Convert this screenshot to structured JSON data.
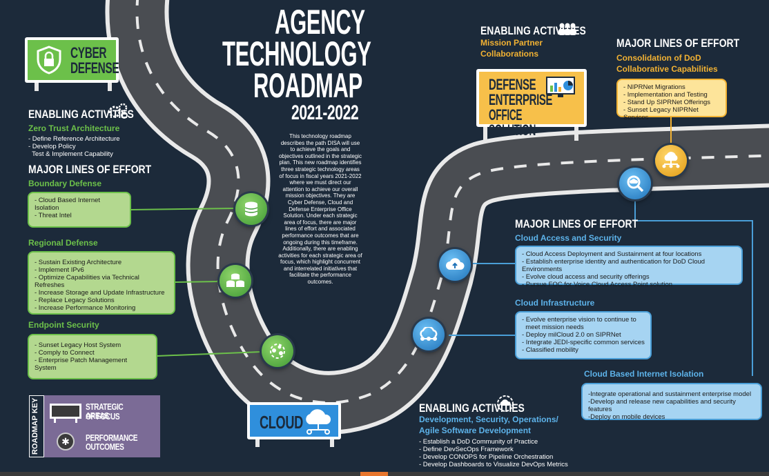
{
  "title": {
    "line1": "AGENCY",
    "line2": "TECHNOLOGY",
    "line3": "ROADMAP",
    "years": "2021-2022"
  },
  "intro": "This technology roadmap describes the path DISA will use to achieve the goals and objectives outlined in the strategic plan. This new roadmap identifies three strategic technology areas of focus in fiscal years 2021-2022 where we must direct our attention to achieve our overall mission objectives. They are Cyber Defense, Cloud and Defense Enterprise Office Solution. Under each strategic area of focus, there are major lines of effort and associated performance outcomes that are ongoing during this timeframe. Additionally, there are enabling activities for each strategic area of focus, which highlight concurrent and interrelated initiatives that facilitate the performance outcomes.",
  "cyber": {
    "sign_line1": "CYBER",
    "sign_line2": "DEFENSE",
    "enabling_heading": "ENABLING ACTIVITIES",
    "enabling_sub": "Zero Trust Architecture",
    "enabling_items": [
      "- Define Reference Architecture",
      "- Develop Policy",
      "  Test & Implement Capability"
    ],
    "major_heading": "MAJOR LINES OF EFFORT",
    "groups": [
      {
        "title": "Boundary Defense",
        "items": [
          "- Cloud Based Internet Isolation",
          "- Threat Intel"
        ]
      },
      {
        "title": "Regional Defense",
        "items": [
          "- Sustain Existing Architecture",
          "- Implement IPv6",
          "- Optimize Capabilities via Technical Refreshes",
          "- Increase Storage and Update Infrastructure",
          "- Replace Legacy Solutions",
          "- Increase Performance Monitoring"
        ]
      },
      {
        "title": "Endpoint Security",
        "items": [
          "- Sunset Legacy Host System",
          "- Comply to Connect",
          "- Enterprise Patch Management System"
        ]
      }
    ]
  },
  "key": {
    "label": "ROADMAP KEY",
    "item1_line1": "STRATEGIC AREAS",
    "item1_line2": "OF FOCUS",
    "item2_line1": "PERFORMANCE",
    "item2_line2": "OUTCOMES"
  },
  "cloud_sign": "CLOUD",
  "deos": {
    "enabling_heading": "ENABLING ACTIVITIES",
    "enabling_sub1": "Mission Partner",
    "enabling_sub2": "Collaborations",
    "sign_line1": "DEFENSE",
    "sign_line2": "ENTERPRISE",
    "sign_line3": "OFFICE SOLUTION",
    "major_heading": "MAJOR LINES OF EFFORT",
    "major_sub1": "Consolidation of DoD",
    "major_sub2": "Collaborative Capabilities",
    "items": [
      "- NIPRNet Migrations",
      "- Implementation and Testing",
      "- Stand Up SIPRNet Offerings",
      "- Sunset Legacy NIPRNet Services"
    ]
  },
  "cloud": {
    "major_heading": "MAJOR LINES OF EFFORT",
    "groups": [
      {
        "title": "Cloud Access and Security",
        "items": [
          "- Cloud Access Deployment and Sustainment at four locations",
          "- Establish enterprise identity and authentication for DoD Cloud Environments",
          "- Evolve cloud access and security offerings",
          "- Pursue FOC for Voice Cloud Access Point solution"
        ]
      },
      {
        "title": "Cloud Infrastructure",
        "items": [
          "- Evolve enterprise vision to continue to",
          "  meet mission needs",
          "- Deploy milCloud 2.0 on SIPRNet",
          "- Integrate JEDI-specific common services",
          "- Classified mobility"
        ]
      },
      {
        "title": "Cloud Based Internet Isolation",
        "items": [
          "-Integrate operational and sustainment enterprise model",
          "-Develop and release new capabilities and security features",
          "-Deploy on mobile devices"
        ]
      }
    ],
    "enabling_heading": "ENABLING ACTIVITIES",
    "enabling_sub1": "Development, Security, Operations/",
    "enabling_sub2": "Agile Software Development",
    "enabling_items": [
      "- Establish a DoD Community of Practice",
      "- Define DevSecOps Framework",
      "- Develop CONOPS for Pipeline Orchestration",
      "- Develop Dashboards to Visualize DevOps Metrics"
    ]
  },
  "colors": {
    "bg": "#1c2a3a",
    "green": "#6cc04a",
    "blue": "#4a9fd8",
    "gold": "#f2b233",
    "road": "#4a4d52"
  },
  "icons": [
    "shield-lock-icon",
    "gears-icon",
    "people-icon",
    "server-cloud-icon",
    "search-cloud-icon",
    "cloud-upload-icon",
    "cloud-network-icon",
    "database-icon",
    "database-stack-icon",
    "nodes-icon",
    "cloud-gear-icon",
    "chart-monitor-icon"
  ]
}
